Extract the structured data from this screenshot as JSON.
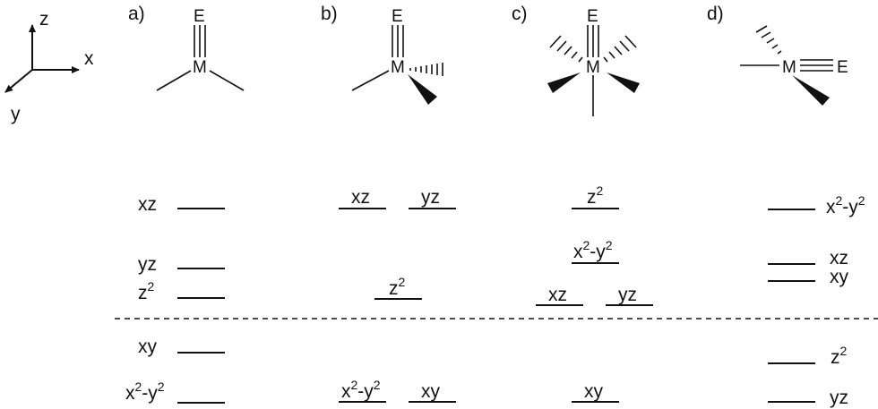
{
  "axes": {
    "z": "z",
    "x": "x",
    "y": "y"
  },
  "panels": [
    {
      "id": "a",
      "label": "a)",
      "metal": "M",
      "ligand_atom": "E",
      "levels": [
        {
          "text": "xz"
        },
        {
          "text": "yz"
        },
        {
          "text": "z",
          "sup": "2"
        },
        {
          "text": "xy"
        },
        {
          "text": "x",
          "sup": "2",
          "rest": "-y",
          "sup2": "2"
        }
      ]
    },
    {
      "id": "b",
      "label": "b)",
      "metal": "M",
      "ligand_atom": "E",
      "levels": [
        {
          "text": "xz"
        },
        {
          "text": "yz"
        },
        {
          "text": "z",
          "sup": "2"
        },
        {
          "text": "x",
          "sup": "2",
          "rest": "-y",
          "sup2": "2"
        },
        {
          "text": "xy"
        }
      ]
    },
    {
      "id": "c",
      "label": "c)",
      "metal": "M",
      "ligand_atom": "E",
      "levels": [
        {
          "text": "z",
          "sup": "2"
        },
        {
          "text": "x",
          "sup": "2",
          "rest": "-y",
          "sup2": "2"
        },
        {
          "text": "xz"
        },
        {
          "text": "yz"
        },
        {
          "text": "xy"
        }
      ]
    },
    {
      "id": "d",
      "label": "d)",
      "metal": "M",
      "ligand_atom": "E",
      "levels": [
        {
          "text": "x",
          "sup": "2",
          "rest": "-y",
          "sup2": "2"
        },
        {
          "text": "xz"
        },
        {
          "text": "xy"
        },
        {
          "text": "z",
          "sup": "2"
        },
        {
          "text": "yz"
        }
      ]
    }
  ]
}
